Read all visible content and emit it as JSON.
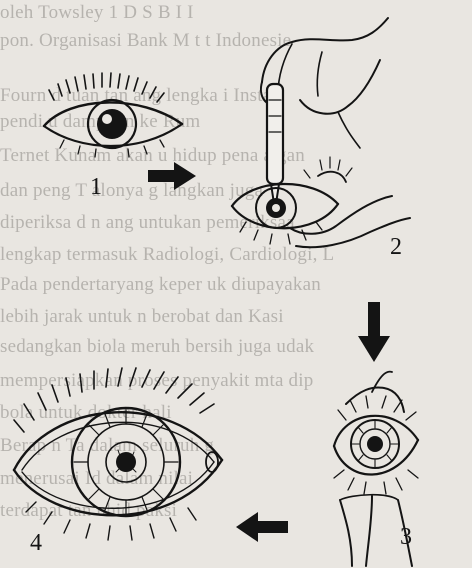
{
  "background_text": [
    "oleh Towsley 1 D S B I I",
    "pon. Organisasi Bank M t t Indonesie",
    "Fourn d tuan tan ang lengka i Instal",
    "pendi u dampi an ke Rum",
    "Ternet Kunam akan u hidup pena a gan",
    "dan peng T alonya g langkan juga",
    "diperiksa d n ang untukan pemeriksaa",
    "lengkap termasuk Radiologi, Cardiologi, L",
    "Pada pendertaryang keper uk diupayakan",
    "lebih jarak untuk n berobat dan Kasi",
    "sedangkan biola meruh bersih juga udak",
    "mempersiapkan proses penyakit mta dip",
    "bola untuk dokter hali",
    "Berap n Ta dalam seluruh g",
    "menerusai Id dalam nilai",
    "terdapat tan uhid paksi"
  ],
  "steps": [
    {
      "number": "1"
    },
    {
      "number": "2"
    },
    {
      "number": "3"
    },
    {
      "number": "4"
    }
  ],
  "colors": {
    "ink": "#141414",
    "paper": "#e9e6e1",
    "bleed_text": "#8d8a86"
  }
}
